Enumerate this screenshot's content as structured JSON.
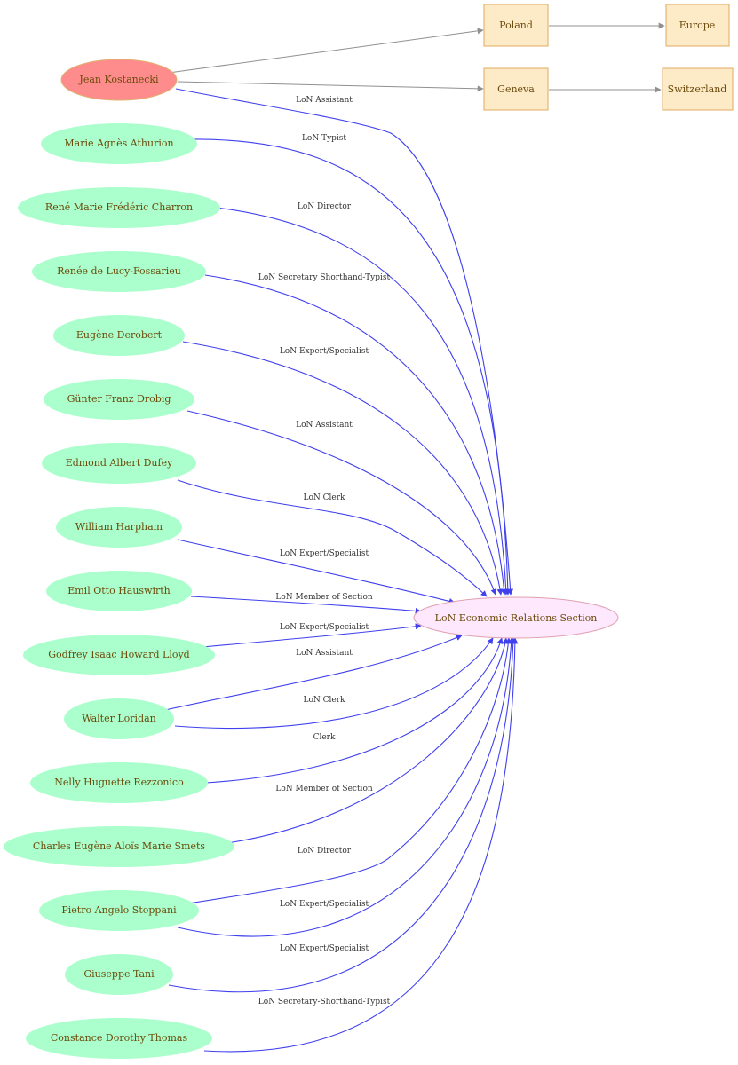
{
  "diagram": {
    "focus_person": "Jean Kostanecki",
    "target": "LoN Economic Relations Section",
    "places": [
      "Poland",
      "Europe",
      "Geneva",
      "Switzerland"
    ],
    "people": [
      {
        "name": "Jean Kostanecki",
        "role": "LoN Assistant"
      },
      {
        "name": "Marie Agnès Athurion",
        "role": "LoN Typist"
      },
      {
        "name": "René Marie Frédéric Charron",
        "role": "LoN Director"
      },
      {
        "name": "Renée de Lucy-Fossarieu",
        "role": "LoN Secretary Shorthand-Typist"
      },
      {
        "name": "Eugène  Derobert",
        "role": "LoN Expert/Specialist"
      },
      {
        "name": "Günter Franz Drobig",
        "role": "LoN Assistant"
      },
      {
        "name": "Edmond Albert Dufey",
        "role": "LoN Clerk"
      },
      {
        "name": "William Harpham",
        "role": "LoN Expert/Specialist"
      },
      {
        "name": "Emil Otto Hauswirth",
        "role": "LoN Member of Section"
      },
      {
        "name": "Godfrey Isaac Howard Lloyd",
        "role": "LoN Expert/Specialist"
      },
      {
        "name": "Walter Loridan",
        "role": "LoN Assistant",
        "role2": "LoN Clerk"
      },
      {
        "name": "Nelly Huguette Rezzonico",
        "role": "Clerk"
      },
      {
        "name": "Charles Eugène Aloïs Marie Smets",
        "role": "LoN Member of Section"
      },
      {
        "name": "Pietro Angelo Stoppani",
        "role": "LoN Director",
        "role2": "LoN Expert/Specialist"
      },
      {
        "name": "Giuseppe Tani",
        "role": "LoN Expert/Specialist"
      },
      {
        "name": "Constance Dorothy Thomas",
        "role": "LoN Secretary-Shorthand-Typist"
      }
    ],
    "colors": {
      "focus_fill": "#ff8c8c",
      "person_fill": "#aaffcc",
      "target_fill": "#fde8fd",
      "target_stroke": "#e0a0b0",
      "place_fill": "#fdebc8",
      "place_stroke": "#e0a860",
      "role_edge": "#4040ee",
      "place_edge": "#909090"
    }
  }
}
